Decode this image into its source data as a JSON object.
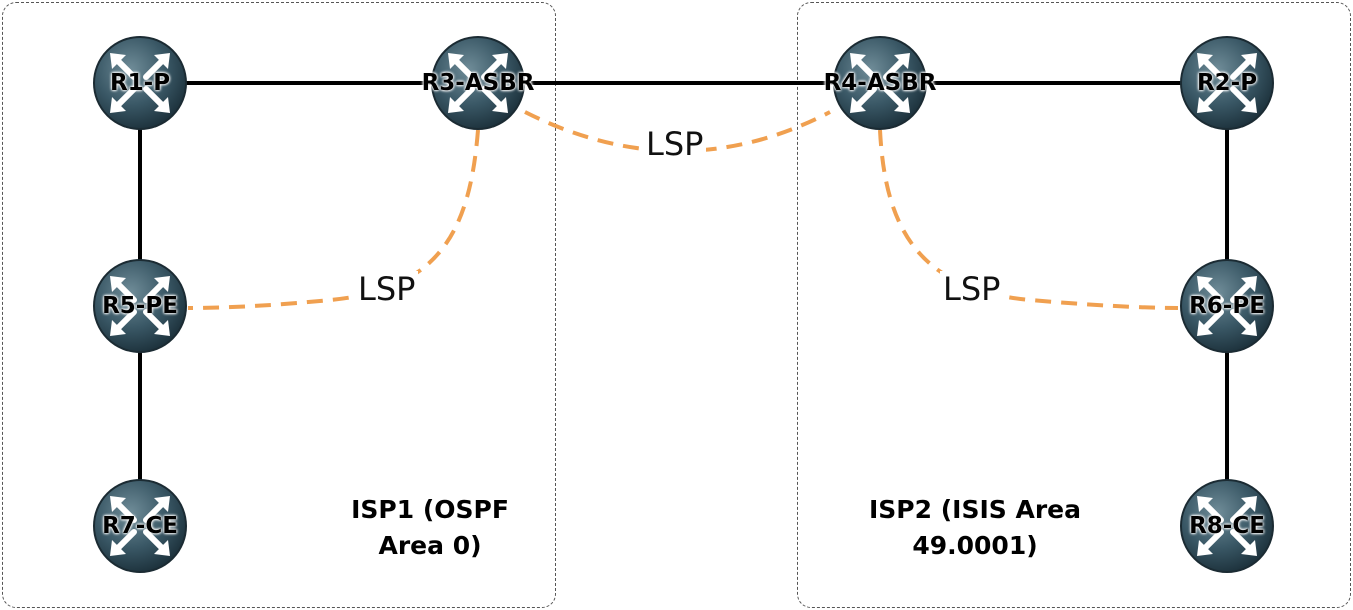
{
  "regions": {
    "isp1": {
      "label_line1": "ISP1 (OSPF",
      "label_line2": "Area 0)"
    },
    "isp2": {
      "label_line1": "ISP2 (ISIS Area",
      "label_line2": "49.0001)"
    }
  },
  "routers": {
    "r1": {
      "label": "R1-P"
    },
    "r3": {
      "label_line1": "R3-",
      "label_line2": "ASBR"
    },
    "r4": {
      "label_line1": "R4-",
      "label_line2": "ASBR"
    },
    "r2": {
      "label": "R2-P"
    },
    "r5": {
      "label": "R5-PE"
    },
    "r6": {
      "label": "R6-PE"
    },
    "r7": {
      "label": "R7-CE"
    },
    "r8": {
      "label": "R8-CE"
    }
  },
  "lsp_labels": {
    "inter_asbr": "LSP",
    "isp1": "LSP",
    "isp2": "LSP"
  },
  "colors": {
    "lsp": "#f0a050",
    "link": "#000000",
    "router_body": "#2f4c5a"
  },
  "icon": "router-icon"
}
